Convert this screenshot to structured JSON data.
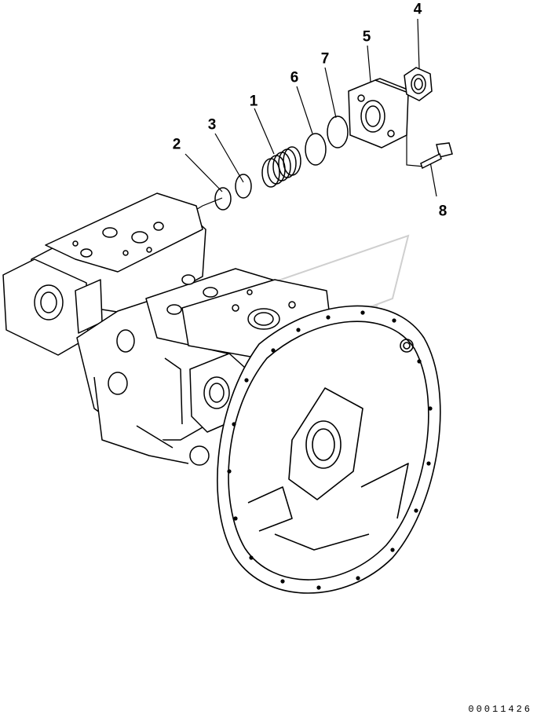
{
  "callouts": {
    "c1": "1",
    "c2": "2",
    "c3": "3",
    "c4": "4",
    "c5": "5",
    "c6": "6",
    "c7": "7",
    "c8": "8"
  },
  "drawing_id": "00011426",
  "colors": {
    "line": "#000000",
    "background": "#ffffff",
    "watermark": "#cfcfcf"
  }
}
